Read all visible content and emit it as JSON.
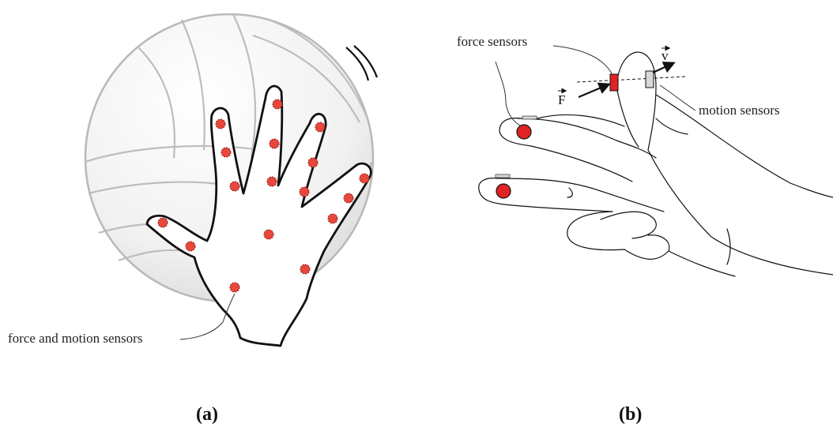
{
  "panel_a": {
    "caption": "(a)",
    "label_sensors": "force and motion sensors"
  },
  "panel_b": {
    "caption": "(b)",
    "label_force": "force sensors",
    "label_motion": "motion sensors",
    "vector_force": "F",
    "vector_velocity": "v"
  },
  "colors": {
    "sensor_red": "#e8473d",
    "sensor_dark_red": "#d42a25",
    "motion_gray": "#d8d8d8",
    "ball_fill": "#f2f2f2",
    "ball_seam": "#b9b9b9"
  }
}
